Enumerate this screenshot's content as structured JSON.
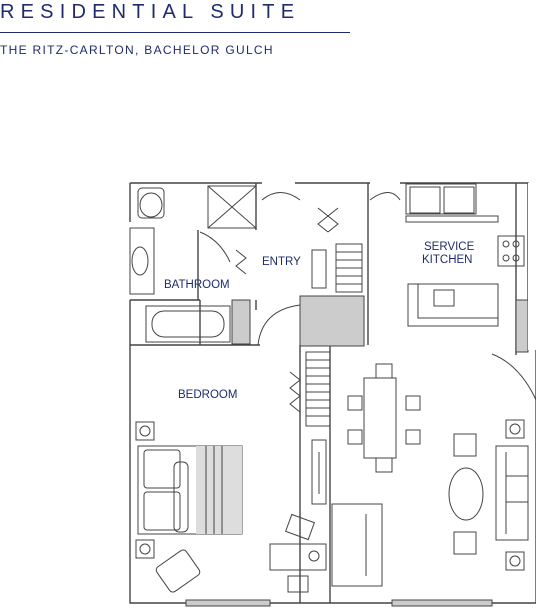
{
  "header": {
    "title": "RESIDENTIAL SUITE",
    "subtitle": "THE RITZ-CARLTON, BACHELOR GULCH"
  },
  "rooms": {
    "bathroom": "BATHROOM",
    "entry": "ENTRY",
    "service_kitchen_line1": "SERVICE",
    "service_kitchen_line2": "KITCHEN",
    "bedroom": "BEDROOM"
  },
  "colors": {
    "accent": "#1f2b6e",
    "wall": "#444444",
    "wall_fill": "#cccccc"
  }
}
